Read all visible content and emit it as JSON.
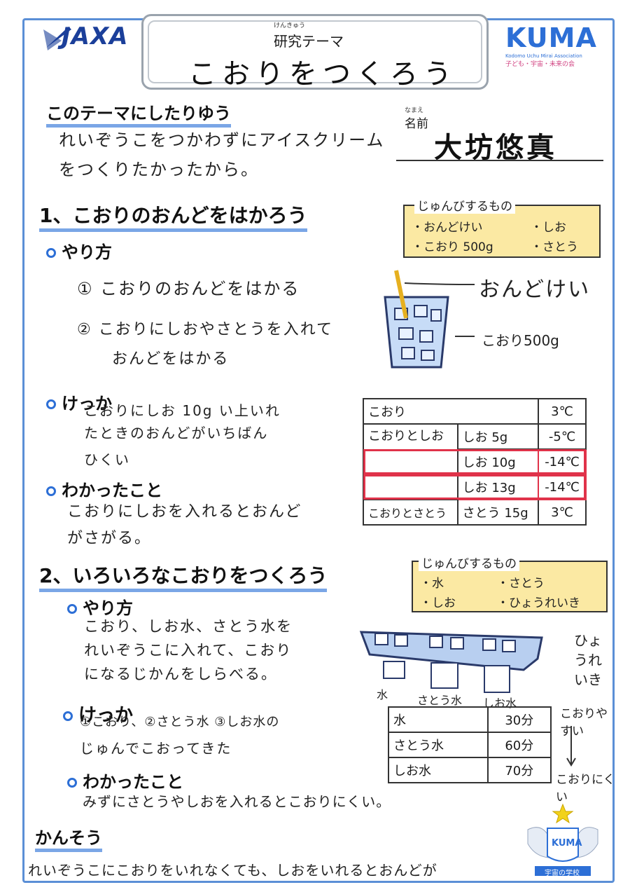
{
  "header": {
    "jaxa_logo": "JAXA",
    "theme_ruby": "けんきゅう",
    "theme_label": "研究テーマ",
    "theme_title": "こおりをつくろう",
    "kuma_logo": "KUMA",
    "kuma_sub": "Kodomo Uchu Mirai Association",
    "kuma_jp": "子ども・宇宙・未来の会"
  },
  "reason": {
    "heading": "このテーマにしたりゆう",
    "line1": "れいぞうこをつかわずにアイスクリーム",
    "line2": "をつくりたかったから。"
  },
  "name": {
    "ruby": "なまえ",
    "label": "名前",
    "value": "大坊悠真"
  },
  "section1": {
    "heading": "1、こおりのおんどをはかろう",
    "method_label": "やり方",
    "step1": "① こおりのおんどをはかる",
    "step2_line1": "② こおりにしおやさとうを入れて",
    "step2_line2": "おんどをはかる",
    "prep_title": "じゅんびするもの",
    "prep_items": [
      "・おんどけい",
      "・しお",
      "・こおり 500g",
      "・さとう"
    ],
    "thermo_label": "おんどけい",
    "ice_label": "こおり500g",
    "result_label": "けっか",
    "result_line1": "こおりにしお 10g い上いれ",
    "result_line2": "たときのおんどがいちばん",
    "result_line3": "ひくい",
    "learned_label": "わかったこと",
    "learned_line1": "こおりにしおを入れるとおんど",
    "learned_line2": "がさがる。",
    "table": {
      "row1": [
        "こおり",
        "",
        "3℃"
      ],
      "group_label": "こおりとしお",
      "salt_rows": [
        [
          "しお 5g",
          "-5℃"
        ],
        [
          "しお 10g",
          "-14℃"
        ],
        [
          "しお 13g",
          "-14℃"
        ]
      ],
      "sugar_label": "こおりとさとう",
      "sugar_row": [
        "さとう 15g",
        "3℃"
      ]
    }
  },
  "section2": {
    "heading": "2、いろいろなこおりをつくろう",
    "method_label": "やり方",
    "method_line1": "こおり、しお水、さとう水を",
    "method_line2": "れいぞうこに入れて、こおり",
    "method_line3": "になるじかんをしらべる。",
    "prep_title": "じゅんびするもの",
    "prep_items": [
      "・水",
      "・さとう",
      "・しお",
      "・ひょうれいき"
    ],
    "tray_side_label": "ひょうれいき",
    "tray_labels": [
      "水",
      "さとう水",
      "しお水"
    ],
    "result_label": "けっか",
    "result_line1": "①こおり、②さとう水 ③しお水の",
    "result_line2": "じゅんでこおってきた",
    "table": [
      [
        "水",
        "30分"
      ],
      [
        "さとう水",
        "60分"
      ],
      [
        "しお水",
        "70分"
      ]
    ],
    "arrow_top": "こおりやすい",
    "arrow_bottom": "こおりにくい",
    "learned_label": "わかったこと",
    "learned_line": "みずにさとうやしおを入れるとこおりにくい。"
  },
  "impression": {
    "label": "かんそう",
    "line1": "れいぞうこにこおりをいれなくても、しおをいれるとおんどが"
  },
  "emblem": {
    "text": "KUMA",
    "banner": "宇宙の学校"
  },
  "colors": {
    "border_blue": "#5b8fd6",
    "underline_blue": "#7aa6e6",
    "prep_yellow": "#fbe9a3",
    "table_red": "#e0334a",
    "jaxa_blue": "#1b3f9a",
    "kuma_blue": "#2d6fd6"
  }
}
